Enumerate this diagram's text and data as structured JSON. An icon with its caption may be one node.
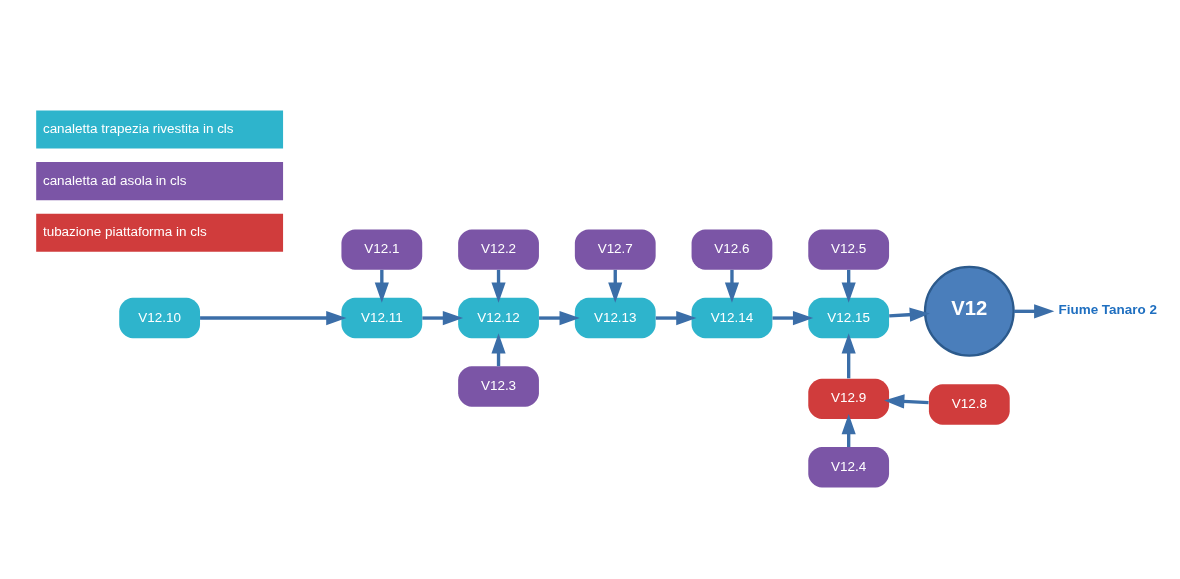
{
  "diagram": {
    "nodes": [
      {
        "text": [
          "V12.1"
        ]
      },
      {
        "text": [
          "V12.2"
        ]
      },
      {
        "text": [
          "V12.7"
        ]
      },
      {
        "text": [
          "V12.6"
        ]
      },
      {
        "text": [
          "V12.5"
        ]
      },
      {
        "text": [
          "V12.10"
        ]
      },
      {
        "text": [
          "V12.11"
        ]
      },
      {
        "text": [
          "V12.12"
        ]
      },
      {
        "text": [
          "V12.13"
        ]
      },
      {
        "text": [
          "V12.14"
        ]
      },
      {
        "text": [
          "V12.15"
        ]
      },
      {
        "text": [
          "V12"
        ]
      },
      {
        "text": [
          "Fiume Tanaro 2"
        ]
      },
      {
        "text": [
          "V12.3"
        ]
      },
      {
        "text": [
          "V12.9"
        ]
      },
      {
        "text": [
          "V12.8"
        ]
      },
      {
        "text": [
          "V12.4"
        ]
      }
    ],
    "edges": [
      {
        "from": 5,
        "to": 6,
        "arrow": "to"
      },
      {
        "from": 6,
        "to": 7,
        "arrow": "to"
      },
      {
        "from": 7,
        "to": 8,
        "arrow": "to"
      },
      {
        "from": 8,
        "to": 9,
        "arrow": "to"
      },
      {
        "from": 9,
        "to": 10,
        "arrow": "to"
      },
      {
        "from": 10,
        "to": 11,
        "arrow": "to"
      },
      {
        "from": 11,
        "to": 12,
        "arrow": "to"
      },
      {
        "from": 0,
        "to": 6,
        "arrow": "to"
      },
      {
        "from": 1,
        "to": 7,
        "arrow": "to"
      },
      {
        "from": 2,
        "to": 8,
        "arrow": "to"
      },
      {
        "from": 3,
        "to": 9,
        "arrow": "to"
      },
      {
        "from": 4,
        "to": 10,
        "arrow": "to"
      },
      {
        "from": 13,
        "to": 7,
        "arrow": "to"
      },
      {
        "from": 14,
        "to": 10,
        "arrow": "to"
      },
      {
        "from": 15,
        "to": 14,
        "arrow": "to"
      },
      {
        "from": 16,
        "to": 14,
        "arrow": "to"
      }
    ],
    "legend": [
      {
        "text": "canaletta trapezia rivestita in cls",
        "color": "#2eb4cc"
      },
      {
        "text": "canaletta ad asola in cls",
        "color": "#7b55a6"
      },
      {
        "text": "tubazione piattaforma in cls",
        "color": "#d03c3c"
      }
    ]
  }
}
